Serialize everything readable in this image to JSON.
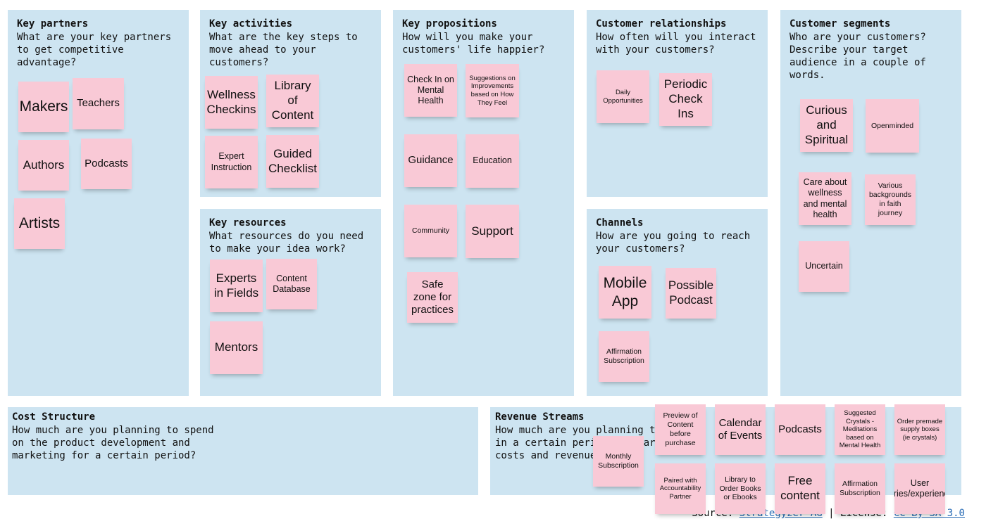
{
  "canvas": {
    "key_partners": {
      "title": "Key partners",
      "description": "What are your key partners to get competitive advantage?",
      "notes": [
        "Makers",
        "Teachers",
        "Authors",
        "Podcasts",
        "Artists"
      ]
    },
    "key_activities": {
      "title": "Key activities",
      "description": "What are the key steps to move ahead to your customers?",
      "notes": [
        "Wellness Checkins",
        "Library of Content",
        "Expert Instruction",
        "Guided Checklist"
      ]
    },
    "key_resources": {
      "title": "Key resources",
      "description": "What resources do you need to make your idea work?",
      "notes": [
        "Experts in Fields",
        "Content Database",
        "Mentors"
      ]
    },
    "key_propositions": {
      "title": "Key propositions",
      "description": "How will you make your customers' life happier?",
      "notes": [
        "Check In on Mental Health",
        "Suggestions on Improvements based on How They Feel",
        "Guidance",
        "Education",
        "Community",
        "Support",
        "Safe zone for practices"
      ]
    },
    "customer_relationships": {
      "title": "Customer relationships",
      "description": "How often will you interact with your customers?",
      "notes": [
        "Daily Opportunities",
        "Periodic Check Ins"
      ]
    },
    "channels": {
      "title": "Channels",
      "description": "How are you going to reach your customers?",
      "notes": [
        "Mobile App",
        "Possible Podcast",
        "Affirmation Subscription"
      ]
    },
    "customer_segments": {
      "title": "Customer segments",
      "description": "Who are your customers? Describe your target audience in a couple of words.",
      "notes": [
        "Curious and Spiritual",
        "Openminded",
        "Care about wellness and mental health",
        "Various backgrounds in faith journey",
        "Uncertain"
      ]
    },
    "cost_structure": {
      "title": "Cost Structure",
      "description": "How much are you planning to spend on the product development and marketing for a certain period?"
    },
    "revenue_streams": {
      "title": "Revenue Streams",
      "description": "How much are you planning to earn in a certain period? Compare your costs and revenues.",
      "notes": [
        "Monthly Subscription",
        "Preview of Content before purchase",
        "Calendar of Events",
        "Podcasts",
        "Suggested Crystals - Meditations based on Mental Health",
        "Order premade supply boxes (ie crystals)",
        "Paired with Accountability Partner",
        "Library to Order Books or Ebooks",
        "Free content",
        "Affirmation Subscription",
        "User stories/experiences"
      ]
    }
  },
  "footer": {
    "source_label": "Source: ",
    "source_link": "Strategyzer AG",
    "separator": " | License: ",
    "license_link": "CC-By-SA 3.0"
  },
  "colors": {
    "block_background": "#cde4f1",
    "sticky_note": "#f9c9d6",
    "link": "#2a6db6"
  }
}
